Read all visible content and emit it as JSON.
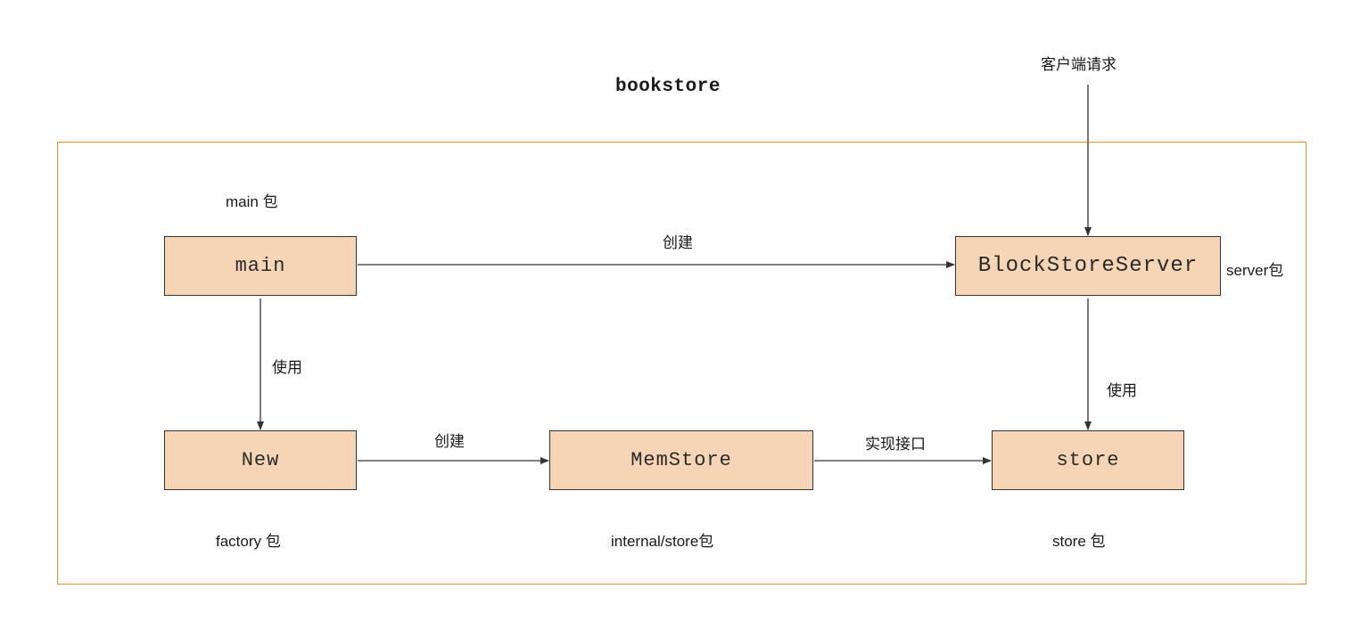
{
  "title": "bookstore",
  "client_request": "客户端请求",
  "nodes": {
    "main": "main",
    "server": "BlockStoreServer",
    "new": "New",
    "memstore": "MemStore",
    "store": "store"
  },
  "packages": {
    "main": "main 包",
    "server": "server包",
    "factory": "factory 包",
    "internal_store": "internal/store包",
    "store": "store 包"
  },
  "edge_labels": {
    "main_to_server": "创建",
    "main_to_new": "使用",
    "new_to_memstore": "创建",
    "memstore_to_store": "实现接口",
    "server_to_store": "使用"
  },
  "colors": {
    "frame": "#e88a2e",
    "node_fill": "#f5d5b5",
    "edge": "#333333"
  }
}
